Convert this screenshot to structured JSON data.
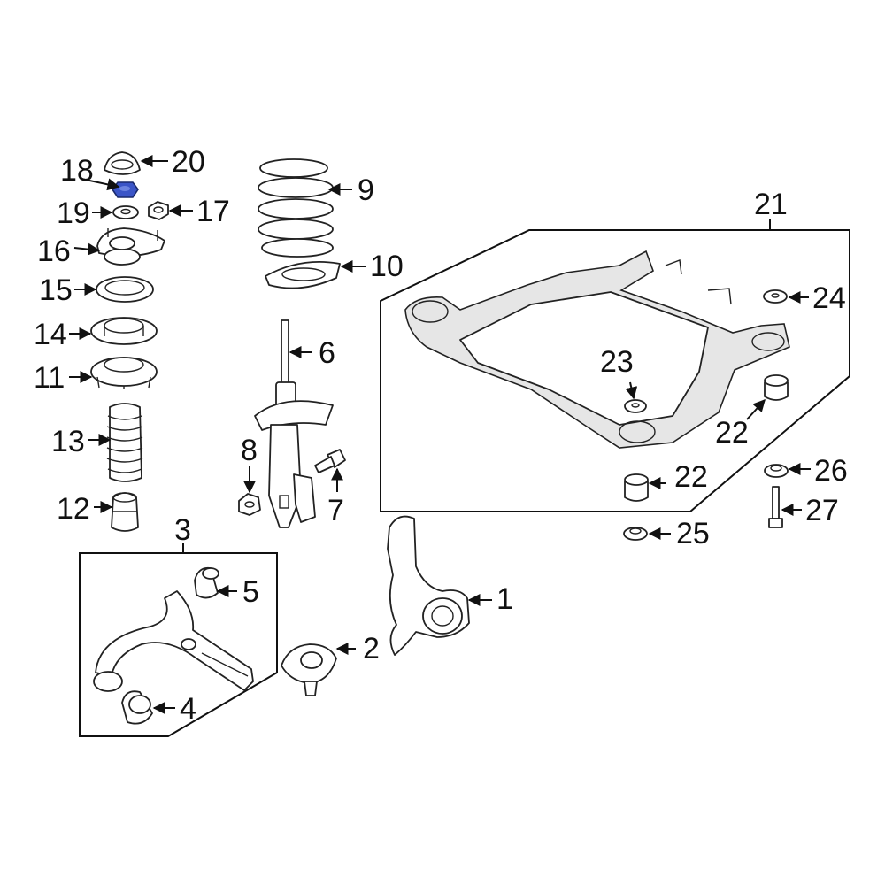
{
  "callouts": {
    "c1": "1",
    "c2": "2",
    "c3": "3",
    "c4": "4",
    "c5": "5",
    "c6": "6",
    "c7": "7",
    "c8": "8",
    "c9": "9",
    "c10": "10",
    "c11": "11",
    "c12": "12",
    "c13": "13",
    "c14": "14",
    "c15": "15",
    "c16": "16",
    "c17": "17",
    "c18": "18",
    "c19": "19",
    "c20": "20",
    "c21": "21",
    "c22a": "22",
    "c22b": "22",
    "c23": "23",
    "c24": "24",
    "c25": "25",
    "c26": "26",
    "c27": "27"
  },
  "colors": {
    "highlight": "#3b55c7",
    "line": "#222222",
    "label": "#111111"
  }
}
